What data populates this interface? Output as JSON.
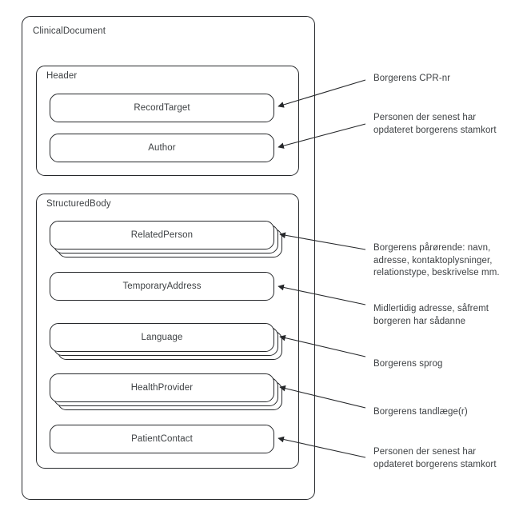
{
  "diagram": {
    "title_hidden": "",
    "stroke_color": "#26282b",
    "text_color": "#3d4043",
    "background": "#ffffff",
    "outer": {
      "label": "ClinicalDocument"
    },
    "groups": [
      {
        "id": "header",
        "label": "Header"
      },
      {
        "id": "structured-body",
        "label": "StructuredBody"
      }
    ],
    "nodes": [
      {
        "id": "record-target",
        "label": "RecordTarget",
        "group": "header",
        "stacked": 1
      },
      {
        "id": "author",
        "label": "Author",
        "group": "header",
        "stacked": 1
      },
      {
        "id": "related-person",
        "label": "RelatedPerson",
        "group": "structured-body",
        "stacked": 3
      },
      {
        "id": "temporary-address",
        "label": "TemporaryAddress",
        "group": "structured-body",
        "stacked": 1
      },
      {
        "id": "language",
        "label": "Language",
        "group": "structured-body",
        "stacked": 3
      },
      {
        "id": "health-provider",
        "label": "HealthProvider",
        "group": "structured-body",
        "stacked": 3
      },
      {
        "id": "patient-contact",
        "label": "PatientContact",
        "group": "structured-body",
        "stacked": 1
      }
    ],
    "annotations": [
      {
        "id": "note-record-target",
        "target": "record-target",
        "text": "Borgerens CPR-nr"
      },
      {
        "id": "note-author",
        "target": "author",
        "text": "Personen der senest har\nopdateret borgerens stamkort"
      },
      {
        "id": "note-related-person",
        "target": "related-person",
        "text": "Borgerens pårørende: navn,\nadresse, kontaktoplysninger,\nrelationstype, beskrivelse mm."
      },
      {
        "id": "note-temporary-address",
        "target": "temporary-address",
        "text": "Midlertidig adresse, såfremt\nborgeren har sådanne"
      },
      {
        "id": "note-language",
        "target": "language",
        "text": "Borgerens sprog"
      },
      {
        "id": "note-health-provider",
        "target": "health-provider",
        "text": "Borgerens tandlæge(r)"
      },
      {
        "id": "note-patient-contact",
        "target": "patient-contact",
        "text": "Personen der senest har\nopdateret borgerens stamkort"
      }
    ]
  }
}
